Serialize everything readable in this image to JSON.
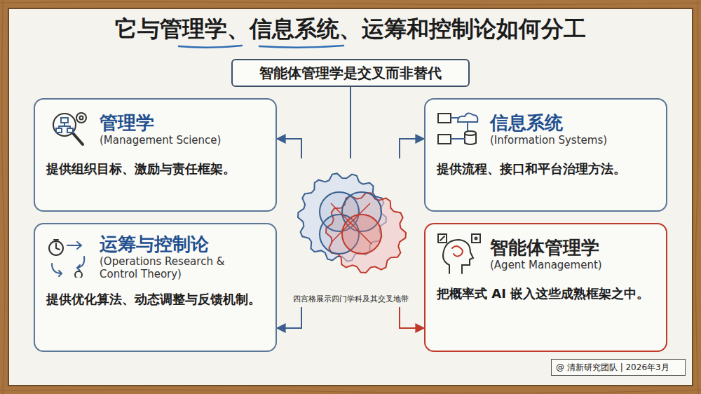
{
  "diagram": {
    "title": "它与管理学、信息系统、运筹和控制论如何分工",
    "nodes": [
      {
        "text": [
          "智能体管理学是交叉而非替代"
        ]
      },
      {
        "text": [
          "管理学",
          "(Management Science)",
          "提供组织目标、激励与责任框架。"
        ]
      },
      {
        "text": [
          "信息系统",
          "(Information Systems)",
          "提供流程、接口和平台治理方法。"
        ]
      },
      {
        "text": [
          "运筹与控制论",
          "(Operations Research & Control Theory)",
          "提供优化算法、动态调整与反馈机制。"
        ]
      },
      {
        "text": [
          "智能体管理学",
          "(Agent Management)",
          "把概率式 AI 嵌入这些成熟框架之中。"
        ]
      },
      {
        "text": [
          "四宫格展示四门学科及其交叉地带"
        ]
      },
      {
        "text": [
          "@ 清新研究团队 | 2026年3月"
        ]
      }
    ],
    "edges": [
      {
        "from": 0,
        "to": 5,
        "arrow": "none"
      },
      {
        "from": 5,
        "to": 1,
        "arrow": "to"
      },
      {
        "from": 5,
        "to": 2,
        "arrow": "to"
      },
      {
        "from": 5,
        "to": 3,
        "arrow": "to"
      },
      {
        "from": 5,
        "to": 4,
        "arrow": "to"
      }
    ]
  }
}
